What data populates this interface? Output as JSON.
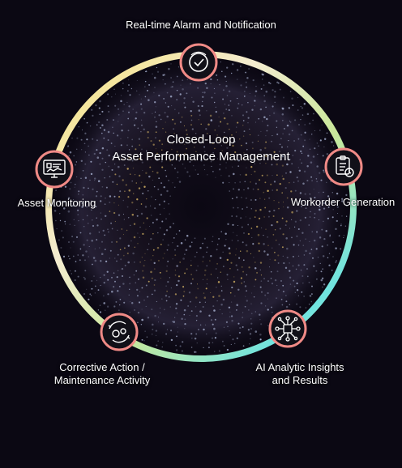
{
  "diagram": {
    "center_title": [
      "Closed-Loop",
      "Asset Performance Management"
    ],
    "stages": [
      {
        "id": "alarm",
        "label": [
          "Real-time Alarm and Notification"
        ],
        "icon": "clock-check-icon"
      },
      {
        "id": "workorder",
        "label": [
          "Workorder Generation"
        ],
        "icon": "clipboard-checklist-icon"
      },
      {
        "id": "ai",
        "label": [
          "AI Analytic Insights",
          "and Results"
        ],
        "icon": "ai-chip-network-icon"
      },
      {
        "id": "corrective",
        "label": [
          "Corrective Action /",
          "Maintenance Activity"
        ],
        "icon": "gears-cycle-icon"
      },
      {
        "id": "monitoring",
        "label": [
          "Asset Monitoring"
        ],
        "icon": "monitor-dashboard-icon"
      }
    ]
  },
  "colors": {
    "background": "#0b0813",
    "ring_yellow": "#f6e27a",
    "ring_green": "#9fe07a",
    "ring_cyan": "#6fe3e0",
    "node_border": "#f08a86",
    "node_fill": "#111018"
  }
}
